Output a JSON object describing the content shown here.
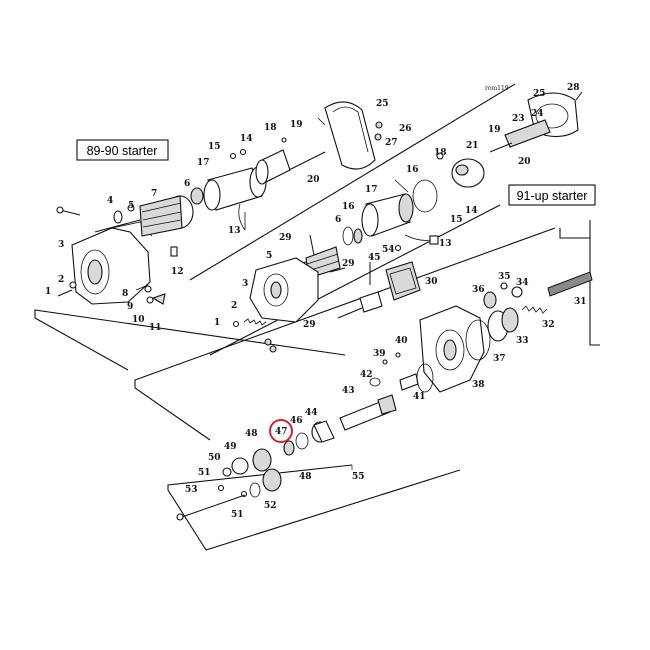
{
  "reference": "rom119",
  "boxes": {
    "starter_89_90": "89-90 starter",
    "starter_91_up": "91-up starter"
  },
  "highlight_color": "#d9202a",
  "highlighted_part": "47",
  "labels": {
    "l1": "1",
    "l1b": "1",
    "l2": "2",
    "l2b": "2",
    "l3": "3",
    "l3b": "3",
    "l4": "4",
    "l5": "5",
    "l5b": "5",
    "l6": "6",
    "l6b": "6",
    "l7": "7",
    "l8": "8",
    "l9": "9",
    "l10": "10",
    "l11": "11",
    "l12": "12",
    "l13": "13",
    "l13b": "13",
    "l14": "14",
    "l14b": "14",
    "l15": "15",
    "l15b": "15",
    "l16": "16",
    "l16b": "16",
    "l17": "17",
    "l17b": "17",
    "l18": "18",
    "l18b": "18",
    "l19": "19",
    "l19b": "19",
    "l20": "20",
    "l20b": "20",
    "l21": "21",
    "l23": "23",
    "l24": "24",
    "l25": "25",
    "l25b": "25",
    "l26": "26",
    "l27": "27",
    "l28": "28",
    "l29": "29",
    "l29b": "29",
    "l29c": "29",
    "l30": "30",
    "l31": "31",
    "l32": "32",
    "l33": "33",
    "l34": "34",
    "l35": "35",
    "l36": "36",
    "l37": "37",
    "l38": "38",
    "l39": "39",
    "l40": "40",
    "l41": "41",
    "l42": "42",
    "l43": "43",
    "l44": "44",
    "l45": "45",
    "l46": "46",
    "l47": "47",
    "l48": "48",
    "l48b": "48",
    "l49": "49",
    "l50": "50",
    "l51": "51",
    "l51b": "51",
    "l52": "52",
    "l53": "53",
    "l54": "54",
    "l55": "55"
  }
}
